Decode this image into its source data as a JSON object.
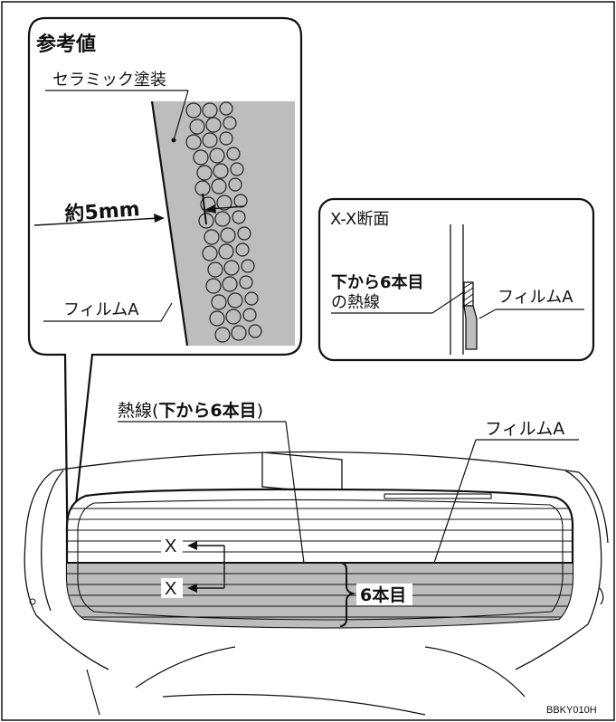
{
  "callout_left": {
    "title": "参考値",
    "ceramic_label": "セラミック塗装",
    "dimension_label": "約5mm",
    "film_label": "フィルムA"
  },
  "callout_section": {
    "title": "X-X断面",
    "wire_label_bold": "下から6本目",
    "wire_label_rest": "の熱線",
    "film_label": "フィルムA"
  },
  "main": {
    "heat_wire_prefix": "熱線(",
    "heat_wire_bold": "下から6本目",
    "heat_wire_suffix": ")",
    "film_label": "フィルムA",
    "section_mark_top": "X",
    "section_mark_bottom": "X",
    "count_label": "6本目"
  },
  "figure_code": "BBKY010H",
  "colors": {
    "film_fill": "#bdbdbd",
    "line": "#111111",
    "background": "#ffffff"
  }
}
